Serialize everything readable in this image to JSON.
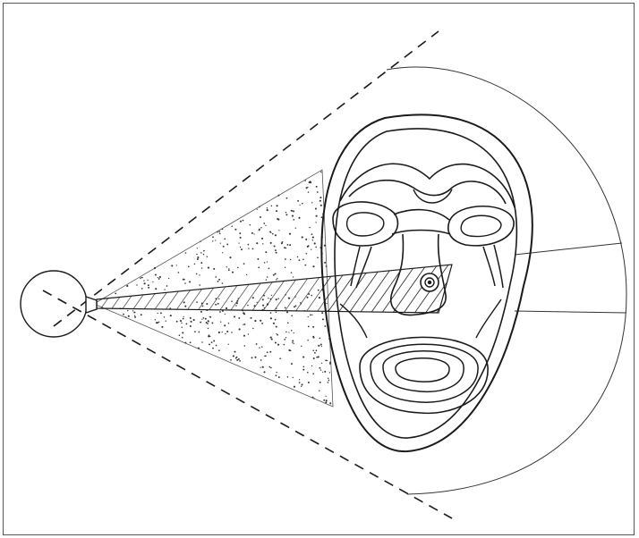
{
  "figure": {
    "kind": "line-drawing",
    "colors": {
      "ink": "#1a1a1a",
      "paper": "#ffffff",
      "frame": "#555555"
    },
    "parts": [
      "eye",
      "dashed-visual-field-boundaries",
      "stippled-visual-cone",
      "hatched-foveal-beam",
      "fixation-point",
      "tribal-mask",
      "peripheral-field-arc"
    ]
  }
}
